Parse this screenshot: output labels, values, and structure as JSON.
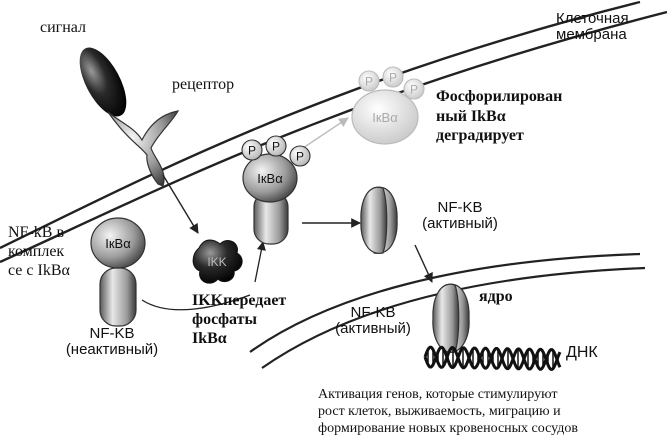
{
  "labels": {
    "signal": "сигнал",
    "receptor": "рецептор",
    "membrane": "Клеточная\nмембрана",
    "phosphorylated": "Фосфорилирован\nный IkBα\nдеградирует",
    "complex": "NF-kB в\nкомплек\nсе с IkBα",
    "inactive": "NF-KB\n(неактивный)",
    "ikk_passes": "IKKпередает\nфосфаты\nIkBα",
    "active_cyto": "NF-KB\n(активный)",
    "nucleus": "ядро",
    "active_nuc": "NF-KB\n(активный)",
    "dna": "ДНК",
    "activation": "Активация генов, которые стимулируют\nрост клеток, выживаемость, миграцию и\nформирование новых кровеносных сосудов"
  },
  "glyphs": {
    "ikba": "IкBα",
    "ikk": "IKK",
    "p": "P"
  }
}
